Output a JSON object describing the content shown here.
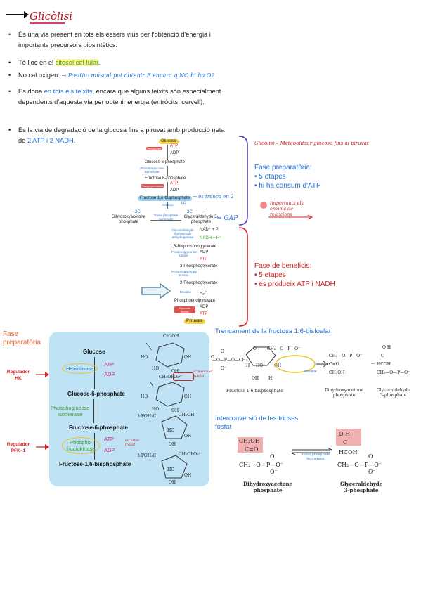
{
  "title": "Glicòlisi",
  "bullets": [
    {
      "parts": [
        {
          "t": "És una via present en tots els éssers vius per l'obtenció d'energia i importants precursors biosintètics.",
          "c": ""
        }
      ]
    },
    {
      "parts": [
        {
          "t": "Té lloc en el ",
          "c": ""
        },
        {
          "t": "citosol cel·lular",
          "c": "green"
        },
        {
          "t": ".",
          "c": ""
        }
      ]
    },
    {
      "parts": [
        {
          "t": "No cal oxigen. ",
          "c": ""
        },
        {
          "t": "→ Positiu: múscul pot obtenir E encara q NO hi ha O2",
          "c": "hand"
        }
      ]
    },
    {
      "parts": [
        {
          "t": "Es dona ",
          "c": ""
        },
        {
          "t": "en tots els teixits",
          "c": "blue"
        },
        {
          "t": ", encara que alguns teixits són especialment dependents d'aquesta via per obtenir energia (eritròcits, cervell).",
          "c": ""
        }
      ]
    },
    {
      "parts": [
        {
          "t": "És la via de degradació de la glucosa fins a piruvat amb producció neta de ",
          "c": ""
        },
        {
          "t": "2 ATP i 2 NADH",
          "c": "blue"
        },
        {
          "t": ".",
          "c": ""
        }
      ]
    }
  ],
  "pathway": {
    "glucose": "Glucose",
    "hexokinase": "Hexokinase",
    "atp1": "ATP",
    "adp1": "ADP",
    "g6p": "Glucose 6-phosphate",
    "pgi": "Phosphoglucose isomerase",
    "f6p": "Fructose 6-phosphate",
    "pfk": "Phosphofructokinase",
    "atp2": "ATP",
    "adp2": "ADP",
    "f16bp": "Fructose 1,6-bisphosphate",
    "aldolase": "Aldolase",
    "dhap": "Dihydroxyacetone phosphate",
    "tpi": "Triose phosphate isomerase",
    "gap": "Glyceraldehyde 3-phosphate",
    "gapdh": "Glyceraldehyde 3-phosphate dehydrogenase",
    "nad": "NAD⁺ + Pᵢ",
    "nadh": "NADH + H⁺",
    "bpg": "1,3-Bisphosphoglycerate",
    "pgk": "Phosphoglycerate kinase",
    "adp3": "ADP",
    "atp3": "ATP",
    "pg3": "3-Phosphoglycerate",
    "pgm": "Phosphoglycerate mutase",
    "pg2": "2-Phosphoglycerate",
    "enolase": "Enolase",
    "h2o": "H₂O",
    "pep": "Phosphoenolpyruvate",
    "pk": "Pyruvate kinase",
    "adp4": "ADP",
    "atp4": "ATP",
    "pyruvate": "Pyruvate",
    "factor2": "2C",
    "note_f16": "→ es trenca en 2",
    "note_gap": "⇒ GAP",
    "cc": "cc"
  },
  "right_notes": {
    "glicolisi_note": "Glicòlisi – Metabolitzar glucosa fins al piruvat",
    "prep_title": "Fase preparatòria:",
    "prep_items": [
      "• 5 etapes",
      "• hi ha consum d'ATP"
    ],
    "enzyme_note": "Importants els enzims de reaccions",
    "ben_title": "Fase de beneficis:",
    "ben_items": [
      "• 5 etapes",
      "• es produeix ATP i NADH"
    ]
  },
  "lower_left": {
    "heading_line1": "Fase",
    "heading_line2": "preparatòria",
    "reg1_line1": "Regulador",
    "reg1_line2": "HK",
    "reg2_line1": "Regulador",
    "reg2_line2": "PFK- 1",
    "glucose": "Glucose",
    "hexokinase": "Hexokinase",
    "atp1": "ATP",
    "adp1": "ADP",
    "g6p": "Glucose-6-phosphate",
    "pgi_line1": "Phosphoglucose",
    "pgi_line2": "isomerase",
    "f6p": "Fructose-6-phosphate",
    "pfk_line1": "Phospho-",
    "pfk_line2": "fructokinase",
    "atp2": "ATP",
    "adp2": "ADP",
    "f16bp": "Fructose-1,6-bisphosphate",
    "hand_note1": "Col·loca el fosfat",
    "hand_note2": "en altre fosfat"
  },
  "lower_right": {
    "split_title": "Trencament de la fructosa 1,6-bisfosfat",
    "f16bp_label": "Fructose 1,6-bisphosphate",
    "aldolase": "aldolase",
    "dhap_label_1": "Dihydroxyacetone",
    "dhap_label_2": "phosphate",
    "gap_label_1": "Glyceraldehyde",
    "gap_label_2": "3-phosphate",
    "interconv_title_1": "Interconversió de les trioses",
    "interconv_title_2": "fosfat",
    "tpi_1": "triose phosphate",
    "tpi_2": "isomerase",
    "dhap2_label_1": "Dihydroxyacetone",
    "dhap2_label_2": "phosphate",
    "gap2_label_1": "Glyceraldehyde",
    "gap2_label_2": "3-phosphate"
  },
  "colors": {
    "red": "#d42020",
    "blue": "#1f6fd6",
    "lightblue": "#bfe3f5",
    "purple": "#5b3fc4",
    "pink": "#f0a6a6",
    "yellow": "#f2d34a"
  }
}
